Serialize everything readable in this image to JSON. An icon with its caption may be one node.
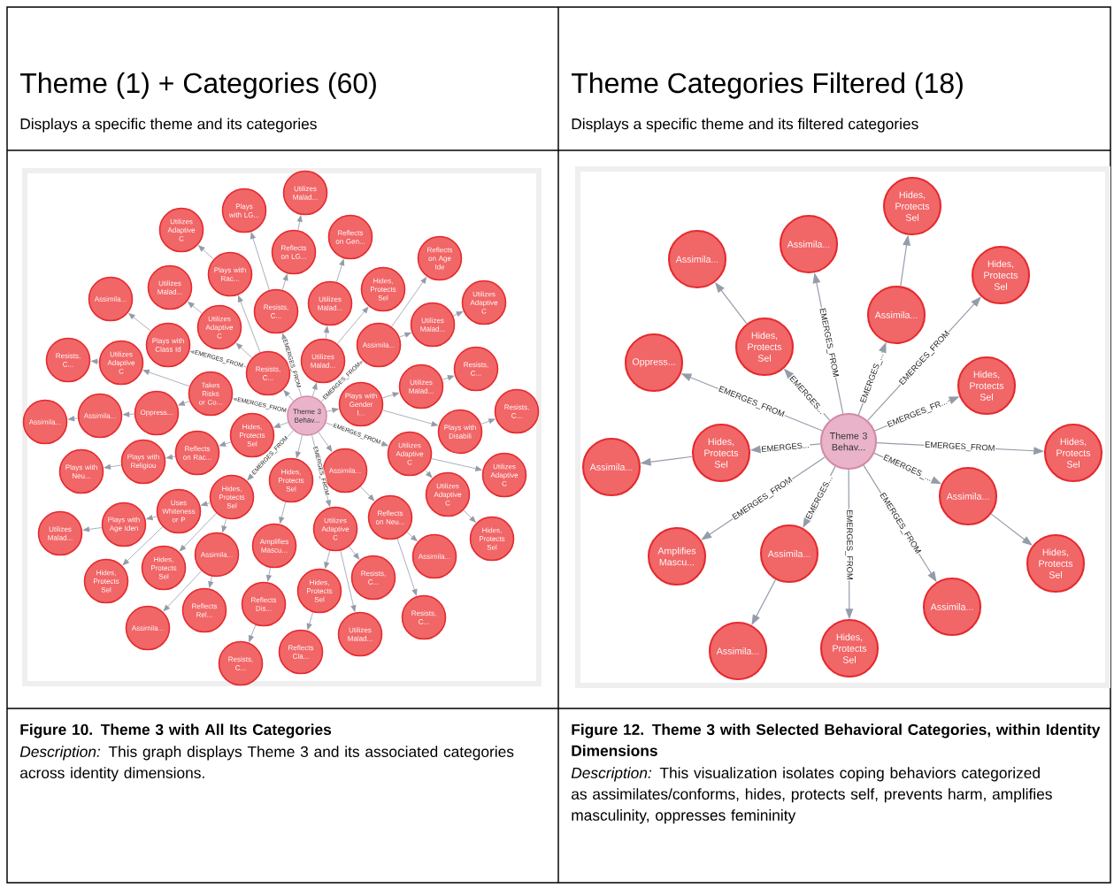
{
  "diagram": {
    "nodes": [
      {
        "text": [
          "Theme 3 Behav..."
        ]
      },
      {
        "text": [
          "Plays with LG..."
        ]
      },
      {
        "text": [
          "Utilizes Adaptive C"
        ]
      },
      {
        "text": [
          "Plays with Rac..."
        ]
      },
      {
        "text": [
          "Utilizes Malad..."
        ]
      },
      {
        "text": [
          "Assimila..."
        ]
      },
      {
        "text": [
          "Resists, C..."
        ]
      },
      {
        "text": [
          "Utilizes Adaptive C"
        ]
      },
      {
        "text": [
          "Plays with Class Id"
        ]
      },
      {
        "text": [
          "Resists, C..."
        ]
      },
      {
        "text": [
          "Utilizes Adaptive C"
        ]
      },
      {
        "text": [
          "Resists, C..."
        ]
      },
      {
        "text": [
          "Takes Risks or Co..."
        ]
      },
      {
        "text": [
          "Oppress..."
        ]
      },
      {
        "text": [
          "Assimila..."
        ]
      },
      {
        "text": [
          "Assimila..."
        ]
      },
      {
        "text": [
          "Utilizes Malad..."
        ]
      },
      {
        "text": [
          "Reflects on Gen..."
        ]
      },
      {
        "text": [
          "Reflects on LG..."
        ]
      },
      {
        "text": [
          "Reflects on Age Ide"
        ]
      },
      {
        "text": [
          "Hides, Protects Sel"
        ]
      },
      {
        "text": [
          "Utilizes Malad..."
        ]
      },
      {
        "text": [
          "Utilizes Adaptive C"
        ]
      },
      {
        "text": [
          "Utilizes Malad..."
        ]
      },
      {
        "text": [
          "Assimila..."
        ]
      },
      {
        "text": [
          "Utilizes Malad..."
        ]
      },
      {
        "text": [
          "Resists, C..."
        ]
      },
      {
        "text": [
          "Utilizes Malad..."
        ]
      },
      {
        "text": [
          "Plays with Gender I..."
        ]
      },
      {
        "text": [
          "Resists, C..."
        ]
      },
      {
        "text": [
          "Hides, Protects Sel"
        ]
      },
      {
        "text": [
          "Reflects on Rac..."
        ]
      },
      {
        "text": [
          "Plays with Religiou"
        ]
      },
      {
        "text": [
          "Plays with Neu..."
        ]
      },
      {
        "text": [
          "Hides, Protects Sel"
        ]
      },
      {
        "text": [
          "Uses Whiteness or P"
        ]
      },
      {
        "text": [
          "Plays with Age Iden"
        ]
      },
      {
        "text": [
          "Utilizes Malad..."
        ]
      },
      {
        "text": [
          "Amplifies Mascu..."
        ]
      },
      {
        "text": [
          "Assimila..."
        ]
      },
      {
        "text": [
          "Hides, Protects Sel"
        ]
      },
      {
        "text": [
          "Hides, Protects Sel"
        ]
      },
      {
        "text": [
          "Reflects Dis..."
        ]
      },
      {
        "text": [
          "Reflects Rel..."
        ]
      },
      {
        "text": [
          "Assimila..."
        ]
      },
      {
        "text": [
          "Resists, C..."
        ]
      },
      {
        "text": [
          "Plays with Disabili"
        ]
      },
      {
        "text": [
          "Utilizes Adaptive C"
        ]
      },
      {
        "text": [
          "Assimila..."
        ]
      },
      {
        "text": [
          "Utilizes Adaptive C"
        ]
      },
      {
        "text": [
          "Hides, Protects Sel"
        ]
      },
      {
        "text": [
          "Utilizes Adaptive C"
        ]
      },
      {
        "text": [
          "Reflects on Neu..."
        ]
      },
      {
        "text": [
          "Utilizes Adaptive C"
        ]
      },
      {
        "text": [
          "Hides, Protects Sel"
        ]
      },
      {
        "text": [
          "Assimila..."
        ]
      },
      {
        "text": [
          "Resists, C..."
        ]
      },
      {
        "text": [
          "Hides, Protects Sel"
        ]
      },
      {
        "text": [
          "Resists, C..."
        ]
      },
      {
        "text": [
          "Utilizes Malad..."
        ]
      },
      {
        "text": [
          "Reflects Cla..."
        ]
      },
      {
        "text": [
          "Theme 3 Behav..."
        ]
      },
      {
        "text": [
          "Hides, Protects Sel"
        ]
      },
      {
        "text": [
          "Assimila..."
        ]
      },
      {
        "text": [
          "Assimila..."
        ]
      },
      {
        "text": [
          "Hides, Protects Sel"
        ]
      },
      {
        "text": [
          "Assimila..."
        ]
      },
      {
        "text": [
          "Hides, Protects Sel"
        ]
      },
      {
        "text": [
          "Oppress..."
        ]
      },
      {
        "text": [
          "Hides, Protects Sel"
        ]
      },
      {
        "text": [
          "Hides, Protects Sel"
        ]
      },
      {
        "text": [
          "Hides, Protects Sel"
        ]
      },
      {
        "text": [
          "Assimila..."
        ]
      },
      {
        "text": [
          "Assimila..."
        ]
      },
      {
        "text": [
          "Amplifies Mascu..."
        ]
      },
      {
        "text": [
          "Assimila..."
        ]
      },
      {
        "text": [
          "Hides, Protects Sel"
        ]
      },
      {
        "text": [
          "Assimila..."
        ]
      },
      {
        "text": [
          "Assimila..."
        ]
      },
      {
        "text": [
          "Hides, Protects Sel"
        ]
      }
    ],
    "edges": [
      {
        "from": 6,
        "to": 1,
        "arrow": "to"
      },
      {
        "from": 3,
        "to": 2,
        "arrow": "to"
      },
      {
        "from": 11,
        "to": 3,
        "arrow": "to"
      },
      {
        "from": 7,
        "to": 4,
        "arrow": "to"
      },
      {
        "from": 8,
        "to": 5,
        "arrow": "to"
      },
      {
        "from": 0,
        "to": 6,
        "arrow": "to",
        "label": "EMERGES_FROM"
      },
      {
        "from": 11,
        "to": 7,
        "arrow": "to"
      },
      {
        "from": 11,
        "to": 8,
        "arrow": "to",
        "label": "EMERGES_FROM"
      },
      {
        "from": 10,
        "to": 9,
        "arrow": "to"
      },
      {
        "from": 12,
        "to": 10,
        "arrow": "to"
      },
      {
        "from": 0,
        "to": 11,
        "arrow": "to"
      },
      {
        "from": 0,
        "to": 12,
        "arrow": "to",
        "label": "EMERGES_FROM"
      },
      {
        "from": 12,
        "to": 13,
        "arrow": "to"
      },
      {
        "from": 13,
        "to": 14,
        "arrow": "to"
      },
      {
        "from": 14,
        "to": 15,
        "arrow": "to"
      },
      {
        "from": 18,
        "to": 16,
        "arrow": "to"
      },
      {
        "from": 21,
        "to": 17,
        "arrow": "to"
      },
      {
        "from": 6,
        "to": 18,
        "arrow": "to"
      },
      {
        "from": 24,
        "to": 19,
        "arrow": "to"
      },
      {
        "from": 25,
        "to": 20,
        "arrow": "to"
      },
      {
        "from": 25,
        "to": 21,
        "arrow": "to"
      },
      {
        "from": 23,
        "to": 22,
        "arrow": "to"
      },
      {
        "from": 24,
        "to": 23,
        "arrow": "to"
      },
      {
        "from": 0,
        "to": 24,
        "arrow": "to",
        "label": "EMERGES_FROM"
      },
      {
        "from": 0,
        "to": 25,
        "arrow": "to"
      },
      {
        "from": 27,
        "to": 26,
        "arrow": "to"
      },
      {
        "from": 28,
        "to": 27,
        "arrow": "to"
      },
      {
        "from": 0,
        "to": 28,
        "arrow": "to"
      },
      {
        "from": 46,
        "to": 29,
        "arrow": "to"
      },
      {
        "from": 0,
        "to": 30,
        "arrow": "to"
      },
      {
        "from": 30,
        "to": 31,
        "arrow": "to"
      },
      {
        "from": 31,
        "to": 32,
        "arrow": "to"
      },
      {
        "from": 32,
        "to": 33,
        "arrow": "to"
      },
      {
        "from": 0,
        "to": 34,
        "arrow": "to",
        "label": "EMERGES_FROM"
      },
      {
        "from": 34,
        "to": 35,
        "arrow": "to"
      },
      {
        "from": 35,
        "to": 36,
        "arrow": "to"
      },
      {
        "from": 36,
        "to": 37,
        "arrow": "to"
      },
      {
        "from": 50,
        "to": 38,
        "arrow": "to"
      },
      {
        "from": 34,
        "to": 39,
        "arrow": "to"
      },
      {
        "from": 34,
        "to": 40,
        "arrow": "to"
      },
      {
        "from": 35,
        "to": 41,
        "arrow": "to"
      },
      {
        "from": 38,
        "to": 42,
        "arrow": "to"
      },
      {
        "from": 39,
        "to": 43,
        "arrow": "to"
      },
      {
        "from": 39,
        "to": 44,
        "arrow": "to"
      },
      {
        "from": 42,
        "to": 45,
        "arrow": "to"
      },
      {
        "from": 28,
        "to": 46,
        "arrow": "to"
      },
      {
        "from": 0,
        "to": 47,
        "arrow": "to",
        "label": "EMERGES_FROM"
      },
      {
        "from": 0,
        "to": 48,
        "arrow": "to"
      },
      {
        "from": 47,
        "to": 49,
        "arrow": "to"
      },
      {
        "from": 0,
        "to": 50,
        "arrow": "to"
      },
      {
        "from": 47,
        "to": 51,
        "arrow": "to"
      },
      {
        "from": 48,
        "to": 52,
        "arrow": "to"
      },
      {
        "from": 0,
        "to": 53,
        "arrow": "to",
        "label": "EMERGES_FROM"
      },
      {
        "from": 51,
        "to": 54,
        "arrow": "to"
      },
      {
        "from": 52,
        "to": 55,
        "arrow": "to"
      },
      {
        "from": 53,
        "to": 56,
        "arrow": "to"
      },
      {
        "from": 53,
        "to": 57,
        "arrow": "to"
      },
      {
        "from": 52,
        "to": 58,
        "arrow": "to"
      },
      {
        "from": 53,
        "to": 59,
        "arrow": "to"
      },
      {
        "from": 57,
        "to": 60,
        "arrow": "to"
      },
      {
        "from": 66,
        "to": 62,
        "arrow": "to"
      },
      {
        "from": 61,
        "to": 63,
        "arrow": "to",
        "label": "EMERGES_FROM"
      },
      {
        "from": 67,
        "to": 64,
        "arrow": "to"
      },
      {
        "from": 61,
        "to": 65,
        "arrow": "to",
        "label": "EMERGES_FROM"
      },
      {
        "from": 61,
        "to": 66,
        "arrow": "to",
        "label": "EMERGES_..."
      },
      {
        "from": 61,
        "to": 67,
        "arrow": "to",
        "label": "EMERGES..."
      },
      {
        "from": 61,
        "to": 68,
        "arrow": "to",
        "label": "EMERGES_FROM"
      },
      {
        "from": 61,
        "to": 69,
        "arrow": "to",
        "label": "EMERGES_FR..."
      },
      {
        "from": 61,
        "to": 70,
        "arrow": "to",
        "label": "EMERGES_FROM"
      },
      {
        "from": 61,
        "to": 71,
        "arrow": "to",
        "label": "EMERGES..."
      },
      {
        "from": 71,
        "to": 72,
        "arrow": "to"
      },
      {
        "from": 61,
        "to": 73,
        "arrow": "to",
        "label": "EMERGES_..."
      },
      {
        "from": 61,
        "to": 74,
        "arrow": "to",
        "label": "EMERGES_FROM"
      },
      {
        "from": 61,
        "to": 75,
        "arrow": "to",
        "label": "EMERGES..."
      },
      {
        "from": 73,
        "to": 76,
        "arrow": "to"
      },
      {
        "from": 61,
        "to": 77,
        "arrow": "to",
        "label": "EMERGES_FROM"
      },
      {
        "from": 75,
        "to": 78,
        "arrow": "to"
      },
      {
        "from": 61,
        "to": 79,
        "arrow": "to",
        "label": "EMERGES_FROM"
      }
    ],
    "labels": [
      "Theme (1) + Categories (60)",
      "Displays a specific theme and its categories",
      "Theme Categories Filtered (18)",
      "Displays a specific theme and its filtered categories",
      "Figure 10. Theme 3 with All Its Categories",
      "*Description:* This graph displays Theme 3 and its associated categories across identity dimensions.",
      "Figure 12. Theme 3 with Selected Behavioral Categories, within Identity Dimensions",
      "*Description:* This visualization isolates coping behaviors categorized as assimilates/conforms, hides, protects self, prevents harm, amplifies masculinity, oppresses femininity"
    ]
  }
}
